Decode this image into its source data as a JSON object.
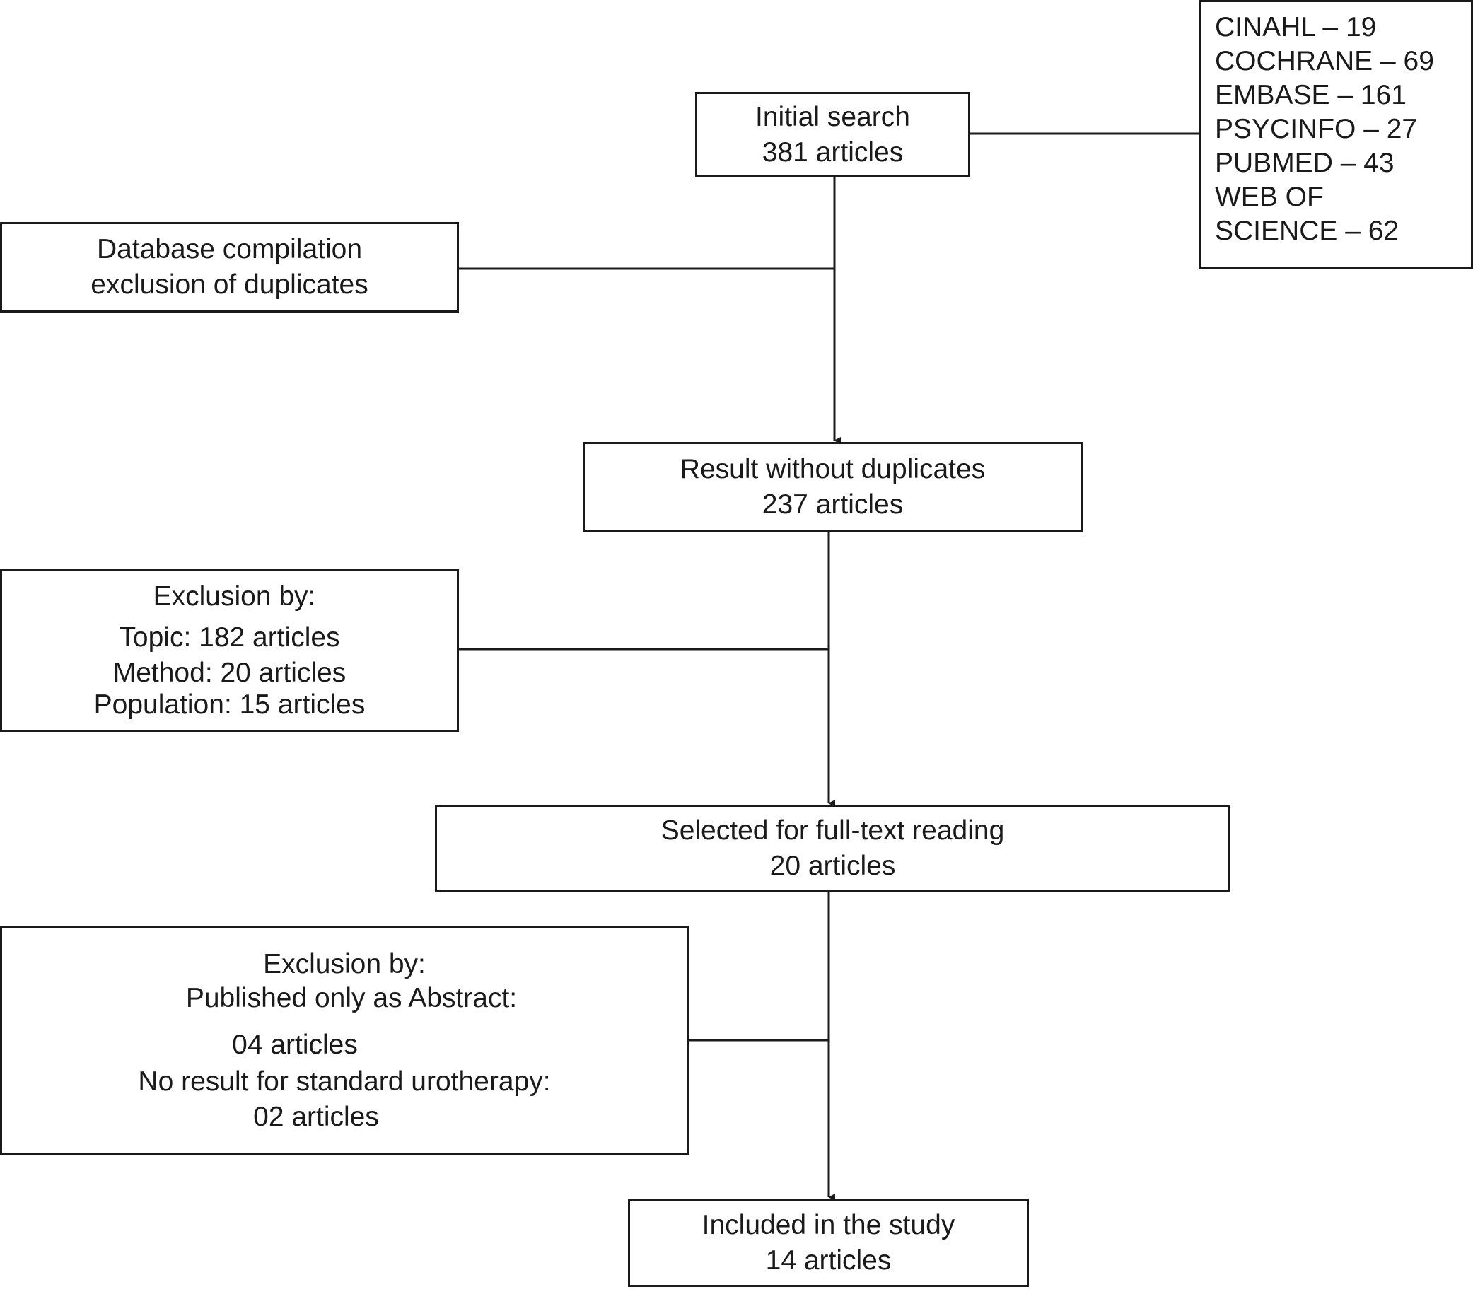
{
  "initial_search": {
    "title": "Initial search",
    "count": "381 articles"
  },
  "databases": [
    "CINAHL – 19",
    "COCHRANE – 69",
    "EMBASE – 161",
    "PSYCINFO – 27",
    "PUBMED – 43",
    "WEB OF",
    "SCIENCE – 62"
  ],
  "dedup": {
    "line1": "Database compilation",
    "line2": "exclusion of duplicates"
  },
  "result": {
    "title": "Result without duplicates",
    "count": "237 articles"
  },
  "exclusion1": {
    "title": "Exclusion by:",
    "topic": "Topic: 182 articles",
    "method": "Method: 20 articles",
    "population": "Population: 15 articles"
  },
  "selected": {
    "title": "Selected for full-text reading",
    "count": "20 articles"
  },
  "exclusion2": {
    "title": "Exclusion by:",
    "published": "Published only as Abstract:",
    "published_count": "04 articles",
    "no_result": "No result for standard urotherapy:",
    "no_result_count": "02 articles"
  },
  "included": {
    "title": "Included in the study",
    "count": "14 articles"
  },
  "colors": {
    "stroke": "#1a1a1a",
    "text": "#1a1a1a",
    "background": "#ffffff"
  }
}
